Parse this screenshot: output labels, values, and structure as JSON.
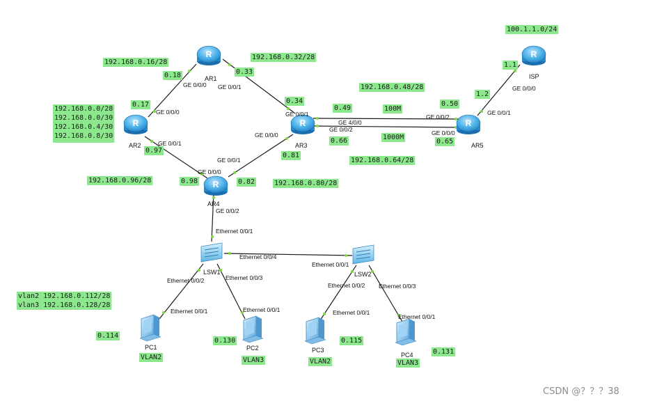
{
  "devices": {
    "ar1": "AR1",
    "ar2": "AR2",
    "ar3": "AR3",
    "ar4": "AR4",
    "ar5": "AR5",
    "isp": "ISP",
    "lsw1": "LSW1",
    "lsw2": "LSW2",
    "pc1": "PC1",
    "pc2": "PC2",
    "pc3": "PC3",
    "pc4": "PC4"
  },
  "networks": {
    "isp_net": "100.1.1.0/24",
    "ar1_ar2": "192.168.0.16/28",
    "ar1_ar3": "192.168.0.32/28",
    "ar3_ar5_a": "192.168.0.48/28",
    "ar3_ar5_b": "192.168.0.64/28",
    "ar2_ar4": "192.168.0.96/28",
    "ar3_ar4": "192.168.0.80/28",
    "summary": [
      "192.168.0.0/28",
      "192.168.0.0/30",
      "192.168.0.4/30",
      "192.168.0.8/30"
    ],
    "vlans": [
      "vlan2  192.168.0.112/28",
      "vlan3  192.168.0.128/28"
    ]
  },
  "hosts": {
    "isp_11": "1.1",
    "ar5_12": "1.2",
    "ar1_18": "0.18",
    "ar1_33": "0.33",
    "ar2_17": "0.17",
    "ar2_97": "0.97",
    "ar3_34": "0.34",
    "ar3_49": "0.49",
    "ar3_66": "0.66",
    "ar3_81": "0.81",
    "ar5_50": "0.50",
    "ar5_65": "0.65",
    "ar4_98": "0.98",
    "ar4_82": "0.82",
    "pc1": "0.114",
    "pc2": "0.130",
    "pc3": "0.115",
    "pc4": "0.131"
  },
  "vlan_tags": {
    "pc1": "VLAN2",
    "pc2": "VLAN3",
    "pc3": "VLAN2",
    "pc4": "VLAN3"
  },
  "speeds": {
    "a": "100M",
    "b": "1000M"
  },
  "ports": {
    "isp_g000": "GE 0/0/0",
    "ar5_g001": "GE 0/0/1",
    "ar5_g002": "GE 0/0/2",
    "ar5_g000": "GE 0/0/0",
    "ar1_g000": "GE 0/0/0",
    "ar1_g001": "GE 0/0/1",
    "ar2_g000": "GE 0/0/0",
    "ar2_g001": "GE 0/0/1",
    "ar3_g001": "GE 0/0/1",
    "ar3_g400": "GE 4/0/0",
    "ar3_g002": "GE 0/0/2",
    "ar3_g000": "GE 0/0/0",
    "ar4_g001": "GE 0/0/1",
    "ar4_g000": "GE 0/0/0",
    "ar4_g002": "GE 0/0/2",
    "lsw1_e001": "Ethernet 0/0/1",
    "lsw1_e004": "Ethernet 0/0/4",
    "lsw1_e002": "Ethernet 0/0/2",
    "lsw1_e003": "Ethernet 0/0/3",
    "lsw2_e001": "Ethernet 0/0/1",
    "lsw2_e002": "Ethernet 0/0/2",
    "lsw2_e003": "Ethernet 0/0/3",
    "pc1_e001": "Ethernet 0/0/1",
    "pc2_e001": "Ethernet 0/0/1",
    "pc3_e001": "Ethernet 0/0/1",
    "pc4_e001": "Ethernet 0/0/1"
  },
  "watermark": "CSDN @？？？38",
  "colors": {
    "label_bg": "#8de88d",
    "link": "#1a1a1a",
    "router": "#3aa0e0",
    "switch": "#7cc7ef",
    "port_dot": "#7fd63f"
  }
}
